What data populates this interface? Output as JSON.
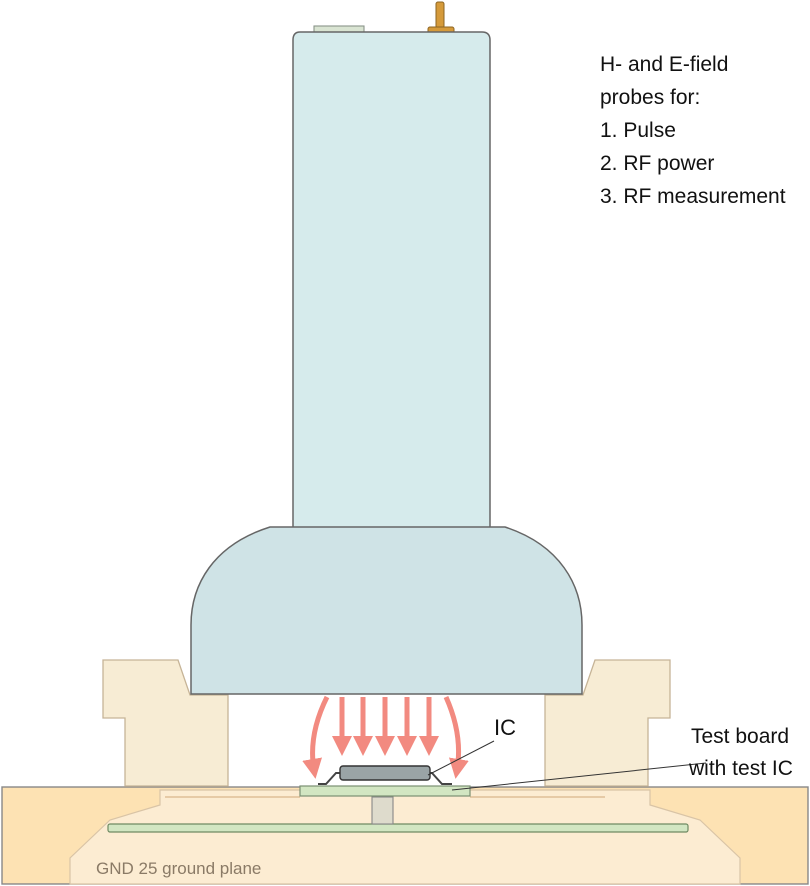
{
  "probe_note": {
    "lines": [
      "H- and E-field",
      "probes for:",
      "1. Pulse",
      "2. RF power",
      "3. RF measurement"
    ]
  },
  "labels": {
    "ic": "IC",
    "test_board_line1": "Test board",
    "test_board_line2": "with test IC",
    "ground_plane": "GND 25 ground plane"
  },
  "colors": {
    "probe_body": "#d6ebec",
    "probe_head": "#cfe3e6",
    "outline": "#666666",
    "fixture_block": "#f7ecd4",
    "ground_base": "#fde2b3",
    "inner_shape": "#fcecd2",
    "test_board": "#d2e6c2",
    "field_arrows": "#f28a80",
    "connector_gold": "#d59a3a"
  }
}
